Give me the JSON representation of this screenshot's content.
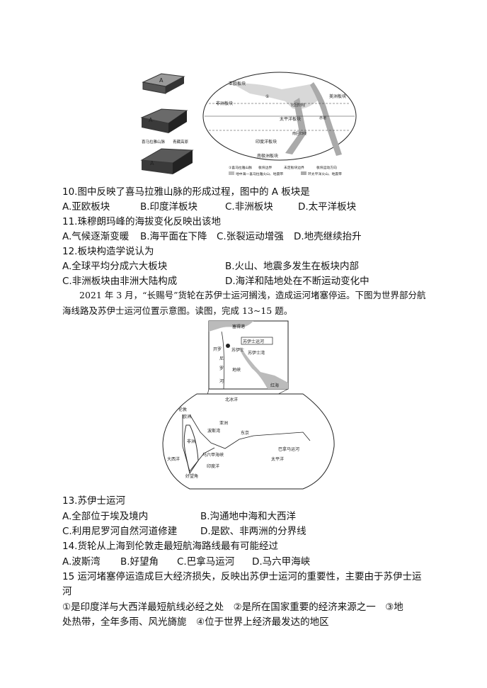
{
  "figure1": {
    "block_label": "A",
    "block_labels": [
      "喜马拉雅山脉",
      "青藏高原"
    ],
    "map_labels": [
      "亚欧板块",
      "非洲板块",
      "印度洋板块",
      "太平洋板块",
      "美洲板块",
      "南极洲板块",
      "北回归线",
      "赤道",
      "南回归线",
      "①"
    ],
    "legend": [
      "①喜马拉雅山脉",
      "板块边界",
      "未定板块边界",
      "板块运动方向",
      "地中海—喜马拉雅火山、地震带",
      "环太平洋火山、地震带"
    ]
  },
  "q10": {
    "stem": "10.图中反映了喜马拉雅山脉的形成过程，图中的 A 板块是",
    "options": [
      "A.亚欧板块",
      "B.印度洋板块",
      "C.非洲板块",
      "D.太平洋板块"
    ]
  },
  "q11": {
    "stem": "11.珠穆朗玛峰的海拔变化反映出该地",
    "options": [
      "A.气候逐渐变暖",
      "B.海平面在下降",
      "C.张裂运动增强",
      "D.地壳继续抬升"
    ]
  },
  "q12": {
    "stem": "12.板块构造学说认为",
    "options": [
      "A.全球平均分成六大板块",
      "B.火山、地震多发生在板块内部",
      "C.非洲板块由非洲大陆构成",
      "D.海洋和陆地处在不断运动变化中"
    ]
  },
  "passage": "2021 年 3 月，“长赐号”货轮在苏伊士运河搁浅，造成运河堵塞停运。下图为世界部分航海线路及苏伊士运河位置示意图。读图，完成 13~15 题。",
  "figure2": {
    "inset_labels": [
      "塞得港",
      "苏伊士运河",
      "开罗",
      "苏伊士",
      "地峡",
      "苏伊士湾",
      "尼",
      "罗",
      "河",
      "红海"
    ],
    "map_labels": [
      "北冰洋",
      "伦敦",
      "欧洲",
      "亚洲",
      "波斯湾",
      "东京",
      "非洲",
      "大西洋",
      "马六甲海峡",
      "印度洋",
      "好望角",
      "巴拿马运河",
      "太平洋"
    ]
  },
  "q13": {
    "stem": "13.苏伊士运河",
    "options": [
      "A.全部位于埃及境内",
      "B.沟通地中海和大西洋",
      "C.利用尼罗河自然河道修建",
      "D.是欧、非两洲的分界线"
    ]
  },
  "q14": {
    "stem": "14.货轮从上海到伦敦走最短航海路线最有可能经过",
    "options": [
      "A.波斯湾",
      "B.好望角",
      "C.巴拿马运河",
      "D.马六甲海峡"
    ]
  },
  "q15": {
    "stem_line1": "15 运河堵塞停运造成巨大经济损失，反映出苏伊士运河的重要性，主要由于苏伊士运",
    "stem_line2": "河",
    "choices_line1": "①是印度洋与大西洋最短航线必经之处　②是所在国家重要的经济来源之一　③地",
    "choices_line2": "处热带，全年多雨、风光旖旎　④位于世界上经济最发达的地区"
  }
}
